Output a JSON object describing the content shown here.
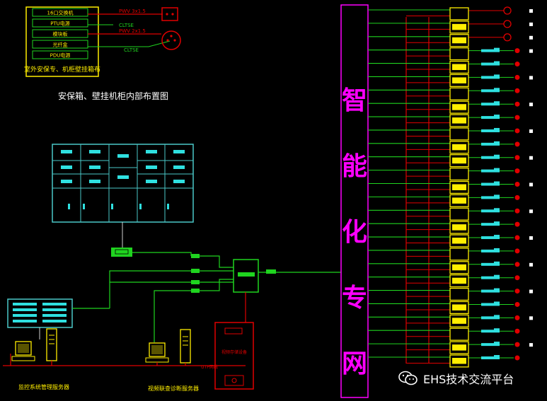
{
  "cabinet_layout": {
    "title": "安保箱、壁挂机柜内部布置图",
    "box_rows": [
      "16口交换机",
      "PTU电源",
      "模块板",
      "光纤盒",
      "PDU电源"
    ],
    "footer": "室外安保专、机柜壁挂箱布",
    "power_label_top": "PWV 3x1.5",
    "cable_label_top": "CLTSE",
    "power_label_bottom": "PWV 2x1.5",
    "cable_label_bottom": "CLTSE"
  },
  "network": {
    "title_chars": [
      "智",
      "能",
      "化",
      "专",
      "网"
    ]
  },
  "equipment_labels": {
    "left_pc": "监控系统管理服务器",
    "mid_pc": "视频联查诊断服务器",
    "recorder_text": "视频存储设备",
    "recorder_cable": "UTP网线"
  },
  "watermark": {
    "text": "EHS技术交流平台",
    "icon": "wechat-icon"
  },
  "colors": {
    "background": "#000000",
    "cable_red": "#e00000",
    "link_green": "#1fd41f",
    "device_yellow": "#ffee00",
    "cabinet_cyan": "#2fe0e0",
    "label_magenta": "#ff00ff",
    "cabinet_outline": "#4ac7c7"
  }
}
